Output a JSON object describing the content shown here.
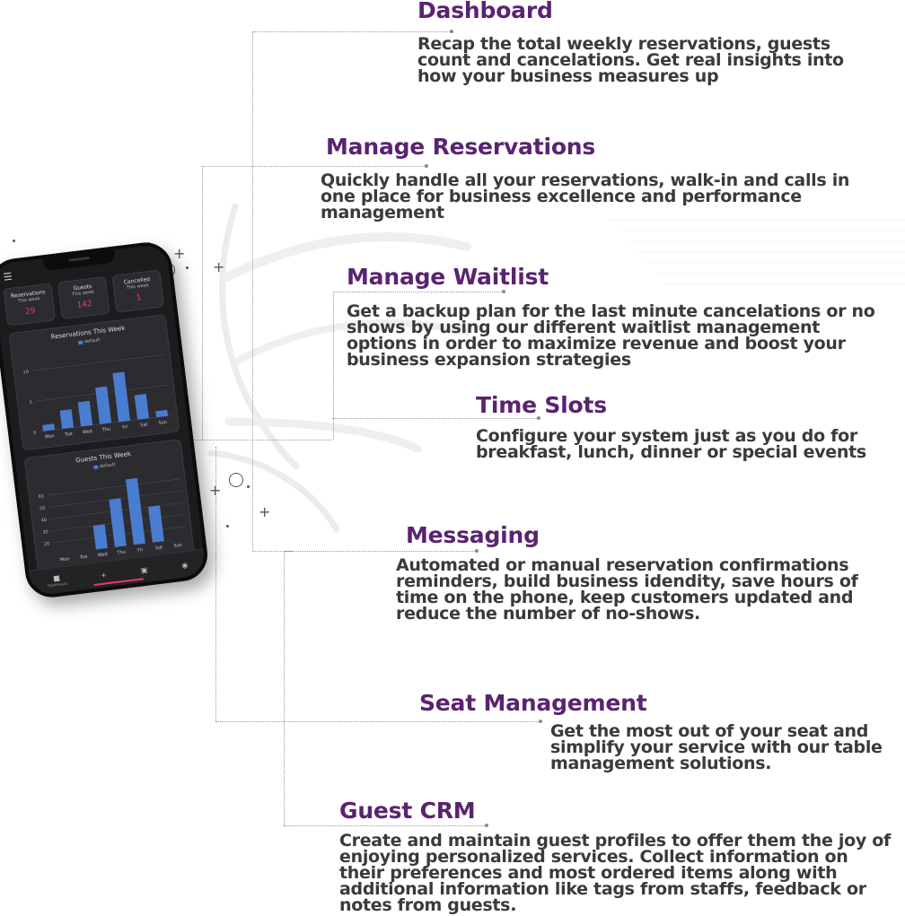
{
  "features": [
    {
      "id": "dashboard",
      "title": "Dashboard",
      "desc": "Recap the total weekly reservations, guests count and cancelations. Get real insights into how your business measures up"
    },
    {
      "id": "reservations",
      "title": "Manage Reservations",
      "desc": "Quickly handle all your reservations, walk-in and calls in one place for business excellence and performance management"
    },
    {
      "id": "waitlist",
      "title": "Manage Waitlist",
      "desc": "Get a backup plan for the last minute cancelations or no shows by using our different waitlist management options in order to maximize revenue and boost your business expansion strategies"
    },
    {
      "id": "timeslots",
      "title": "Time Slots",
      "desc": "Configure your system just as you do for breakfast, lunch, dinner or special events"
    },
    {
      "id": "messaging",
      "title": "Messaging",
      "desc": "Automated or manual reservation confirmations reminders, build business idendity, save hours of time on the phone, keep customers updated and reduce the number of no-shows."
    },
    {
      "id": "seats",
      "title": "Seat Management",
      "desc": "Get the most out of your seat and simplify your service with our table management solutions."
    },
    {
      "id": "crm",
      "title": "Guest CRM",
      "desc": "Create and maintain guest profiles to offer them the joy of enjoying personalized services. Collect information on their preferences and most ordered items along with additional information like tags from staffs, feedback or notes from guests."
    }
  ],
  "phone": {
    "menu_icon": "hamburger-icon",
    "stats": [
      {
        "label": "Reservations",
        "sub": "This week",
        "value": "29"
      },
      {
        "label": "Guests",
        "sub": "This week",
        "value": "142"
      },
      {
        "label": "Cancelled",
        "sub": "This week",
        "value": "1"
      }
    ],
    "nav": {
      "dashboard_label": "Dashboard"
    },
    "accent": "#e83a6e",
    "bar_color": "#4a7cd0"
  },
  "chart_data": [
    {
      "type": "bar",
      "title": "Reservations This Week",
      "legend": [
        "default"
      ],
      "categories": [
        "Mon",
        "Tue",
        "Wed",
        "Thu",
        "Fri",
        "Sat",
        "Sun"
      ],
      "values": [
        1,
        3,
        4,
        6,
        8,
        4,
        1
      ],
      "yticks": [
        0,
        5,
        10
      ],
      "ylim": [
        0,
        12
      ]
    },
    {
      "type": "bar",
      "title": "Guests This Week",
      "legend": [
        "default"
      ],
      "categories": [
        "Mon",
        "Tue",
        "Wed",
        "Thu",
        "Fri",
        "Sat",
        "Sun"
      ],
      "values": [
        2,
        10,
        30,
        50,
        65,
        40,
        10
      ],
      "yticks": [
        20,
        30,
        40,
        50,
        60
      ],
      "ylim": [
        10,
        70
      ]
    }
  ]
}
